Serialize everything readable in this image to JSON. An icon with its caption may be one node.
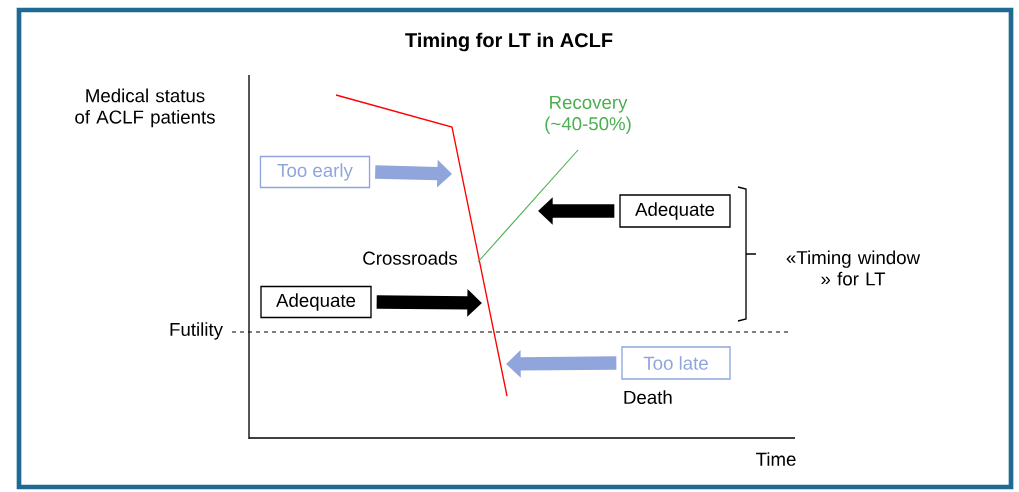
{
  "diagram": {
    "title": "Timing for LT in ACLF",
    "nodes": [
      {
        "text": [
          "Too early"
        ]
      },
      {
        "text": [
          "Adequate"
        ]
      },
      {
        "text": [
          "Adequate"
        ]
      },
      {
        "text": [
          "Too late"
        ],
        "beside": [
          "Death"
        ]
      }
    ],
    "edges": [
      {
        "from": 0,
        "to": null,
        "arrow": "to",
        "color": "#8fa5dc"
      },
      {
        "from": 2,
        "to": null,
        "arrow": "to",
        "color": "#000000"
      },
      {
        "from": 1,
        "to": null,
        "arrow": "to",
        "color": "#000000"
      },
      {
        "from": 3,
        "to": null,
        "arrow": "to",
        "color": "#8fa5dc"
      }
    ],
    "labels": [
      "Medical status of ACLF patients",
      "Recovery (~40-50%)",
      "Crossroads",
      "«Timing window » for LT",
      "Futility",
      "Time"
    ]
  }
}
